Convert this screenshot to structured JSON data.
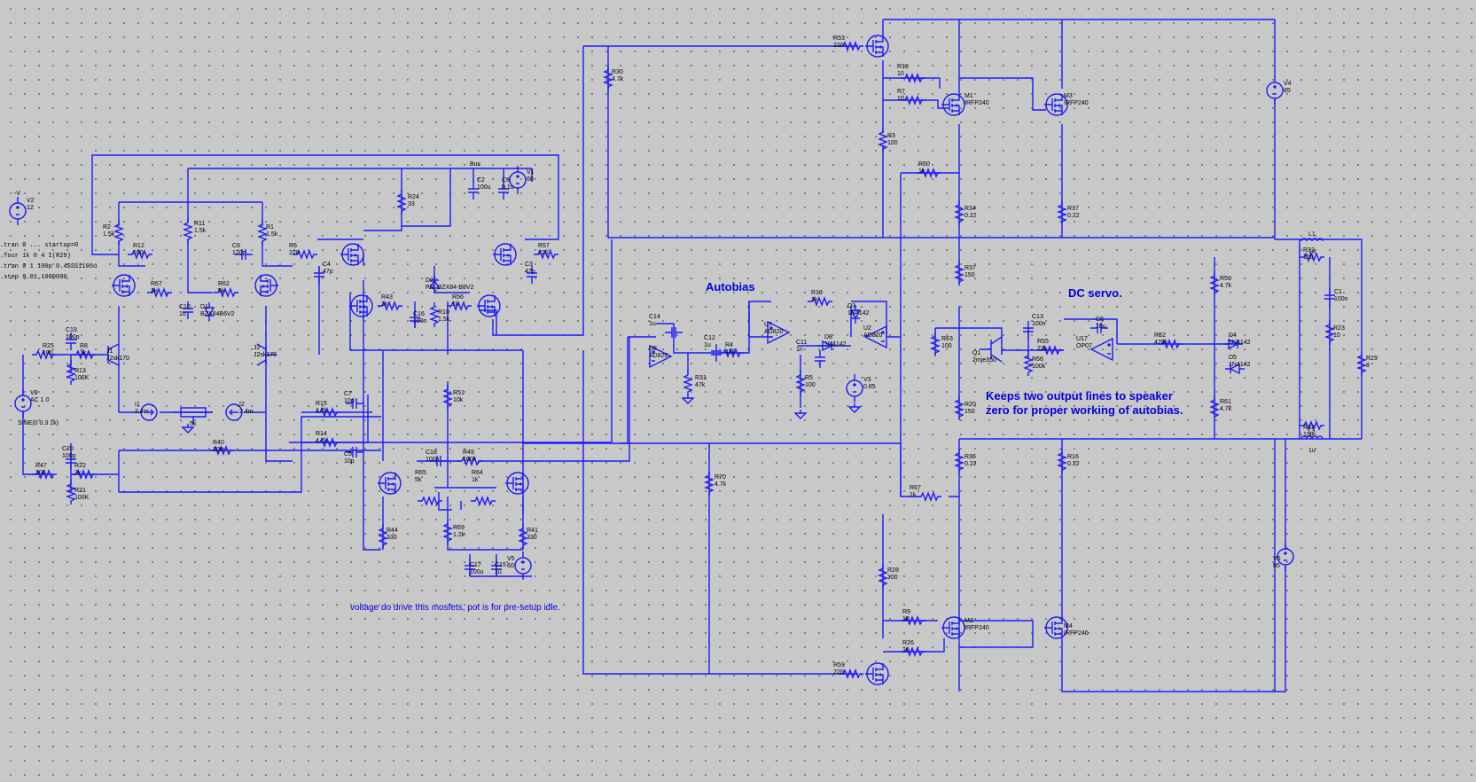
{
  "notes": {
    "autobias": "Autobias",
    "dc_servo": "DC servo.",
    "keeps_line1": "Keeps two output lines to speaker",
    "keeps_line2": "zero for proper working of autobias.",
    "voltage_note": "voltage do drive this mosfets, pot is for pre-setup idle."
  },
  "directives": [
    ".tran 0 ... startup=0",
    ".four 1k 0 4 I(R29)",
    ".tran 0 1 100p 0.4SSS1106u",
    ".step 0.01 1000000"
  ],
  "sources": [
    {
      "ref": "V8",
      "value": "AC 1 0",
      "value2": "SINE(0 0.3 1k)"
    },
    {
      "ref": "V1",
      "value": "60"
    },
    {
      "ref": "V4",
      "value": "85"
    },
    {
      "ref": "V6",
      "value": "85"
    },
    {
      "ref": "V3",
      "value": "0.85"
    },
    {
      "ref": "V5",
      "value": "60"
    },
    {
      "ref": "V2",
      "value": "12"
    },
    {
      "ref": "I1",
      "value": "2.4m"
    },
    {
      "ref": "I2",
      "value": "2.4m"
    }
  ],
  "resistors": [
    {
      "ref": "R2",
      "value": "1.5k"
    },
    {
      "ref": "R11",
      "value": "1.5k"
    },
    {
      "ref": "R1",
      "value": "1.5k"
    },
    {
      "ref": "R12",
      "value": "100"
    },
    {
      "ref": "R67",
      "value": "1k"
    },
    {
      "ref": "R62",
      "value": "5k"
    },
    {
      "ref": "R6",
      "value": "220"
    },
    {
      "ref": "R24",
      "value": "33"
    },
    {
      "ref": "R57",
      "value": "220"
    },
    {
      "ref": "R43",
      "value": "1k"
    },
    {
      "ref": "R10",
      "value": "1.5k"
    },
    {
      "ref": "R56",
      "value": "1k"
    },
    {
      "ref": "R25",
      "value": "100"
    },
    {
      "ref": "R8",
      "value": "1k"
    },
    {
      "ref": "R13",
      "value": "100K"
    },
    {
      "ref": "R15",
      "value": "4.7k"
    },
    {
      "ref": "R14",
      "value": "4.7k"
    },
    {
      "ref": "R40",
      "value": "100"
    },
    {
      "ref": "R47",
      "value": "100"
    },
    {
      "ref": "R22",
      "value": "1k"
    },
    {
      "ref": "R21",
      "value": "100K"
    },
    {
      "ref": "R51",
      "value": "10k"
    },
    {
      "ref": "R49",
      "value": "100k"
    },
    {
      "ref": "R65",
      "value": "5k"
    },
    {
      "ref": "R64",
      "value": "1k"
    },
    {
      "ref": "R44",
      "value": "330"
    },
    {
      "ref": "R69",
      "value": "1.2k"
    },
    {
      "ref": "R41",
      "value": "330"
    },
    {
      "ref": "R30",
      "value": "4.7k"
    },
    {
      "ref": "R70",
      "value": "4.7k"
    },
    {
      "ref": "R31",
      "value": "47k"
    },
    {
      "ref": "R4",
      "value": "47k"
    },
    {
      "ref": "R19",
      "value": "1k"
    },
    {
      "ref": "R5",
      "value": "100"
    },
    {
      "ref": "R53",
      "value": "220"
    },
    {
      "ref": "R18",
      "value": "10"
    },
    {
      "ref": "R7",
      "value": "10"
    },
    {
      "ref": "R3",
      "value": "100"
    },
    {
      "ref": "R60",
      "value": "1k"
    },
    {
      "ref": "R34",
      "value": "0.22"
    },
    {
      "ref": "R17",
      "value": "0.22"
    },
    {
      "ref": "R37",
      "value": "150"
    },
    {
      "ref": "R63",
      "value": "100"
    },
    {
      "ref": "R55",
      "value": "22k"
    },
    {
      "ref": "R66",
      "value": "100k"
    },
    {
      "ref": "R52",
      "value": "470k"
    },
    {
      "ref": "R50",
      "value": "4.7k"
    },
    {
      "ref": "R61",
      "value": "4.7k"
    },
    {
      "ref": "R20",
      "value": "150"
    },
    {
      "ref": "R36",
      "value": "0.22"
    },
    {
      "ref": "R16",
      "value": "0.22"
    },
    {
      "ref": "R67b",
      "value": "1k"
    },
    {
      "ref": "R28",
      "value": "100"
    },
    {
      "ref": "R9",
      "value": "10"
    },
    {
      "ref": "R26",
      "value": "10"
    },
    {
      "ref": "R59",
      "value": "220"
    },
    {
      "ref": "R33",
      "value": "100"
    },
    {
      "ref": "R23",
      "value": "10"
    },
    {
      "ref": "R32",
      "value": "100"
    },
    {
      "ref": "R29",
      "value": "8"
    }
  ],
  "capacitors": [
    {
      "ref": "C6",
      "value": "120p"
    },
    {
      "ref": "C10",
      "value": "1u"
    },
    {
      "ref": "C4",
      "value": "47p"
    },
    {
      "ref": "C16",
      "value": "100n"
    },
    {
      "ref": "C3",
      "value": "47p"
    },
    {
      "ref": "C2",
      "value": "100u"
    },
    {
      "ref": "C9",
      "value": "0.1u"
    },
    {
      "ref": "C19",
      "value": "100p"
    },
    {
      "ref": "C7",
      "value": "10p"
    },
    {
      "ref": "C5",
      "value": "10p"
    },
    {
      "ref": "C20",
      "value": "100p"
    },
    {
      "ref": "C18",
      "value": "100n"
    },
    {
      "ref": "C17",
      "value": "100u"
    },
    {
      "ref": "C15",
      "value": "1u"
    },
    {
      "ref": "C14",
      "value": "1u"
    },
    {
      "ref": "C12",
      "value": "1u"
    },
    {
      "ref": "C11",
      "value": "1n"
    },
    {
      "ref": "C13",
      "value": "100n"
    },
    {
      "ref": "C8",
      "value": "10u"
    },
    {
      "ref": "C1",
      "value": "100n"
    }
  ],
  "semis": {
    "J1": "J2sk170",
    "J2": "J2sk170",
    "D1": "BZX84B6V2",
    "D2": "PN_BZX84-B8V2",
    "D3": "1N4142",
    "D8": "1N4142",
    "D4": "1N4142",
    "D5": "1N4142",
    "M1": "IRFP240",
    "M3": "IRFP240",
    "M2": "IRFP240",
    "M4": "IRFP240",
    "Q1": "2mje350",
    "U7": "AD820",
    "U2": "AD820",
    "U8": "AD820",
    "U17": "OP07"
  },
  "misc": {
    "L1": "1u",
    "L2": "1u",
    "bus": "Bus",
    "minus_v": "-V",
    "pot": "5k"
  }
}
